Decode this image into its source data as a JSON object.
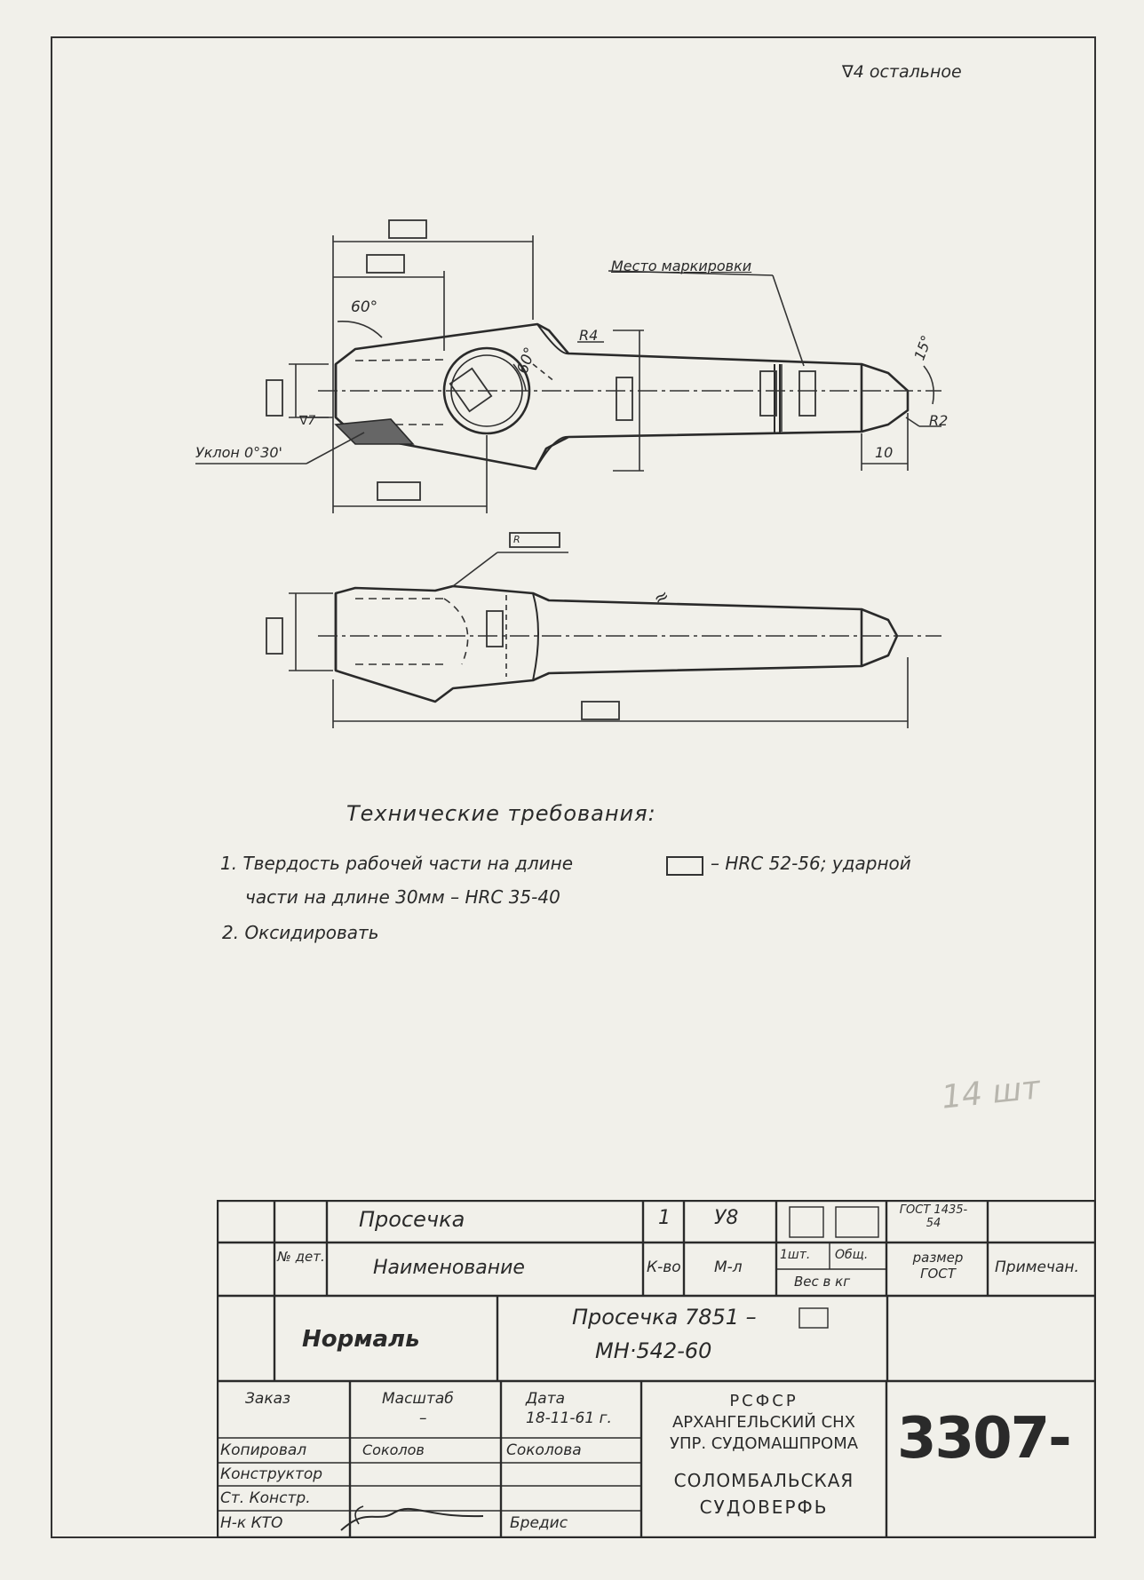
{
  "drawing": {
    "roughness_note": "∇4 остальное",
    "marking_place": "Место маркировки",
    "slope": "Уклон 0°30'",
    "angle_60_left": "60°",
    "angle_60_hole": "60°",
    "radius_r4": "R4",
    "radius_r2": "R2",
    "angle_15": "15°",
    "dim_10": "10",
    "roughness_7": "∇7",
    "radius_r_box": "R",
    "approx_mark": "≈"
  },
  "requirements": {
    "title": "Технические требования:",
    "item1_a": "1. Твердость рабочей части на длине",
    "item1_b": "– HRC 52-56; ударной",
    "item1_c": "части на длине 30мм – HRC 35-40",
    "item2": "2. Оксидировать"
  },
  "handwritten": {
    "quantity": "14 шт"
  },
  "title_block": {
    "part_name": "Просечка",
    "qty": "1",
    "material": "У8",
    "gost": "ГОСТ 1435-54",
    "hdr_num": "№ дет.",
    "hdr_name": "Наименование",
    "hdr_qty": "К-во",
    "hdr_material": "М-л",
    "hdr_one": "1шт.",
    "hdr_total": "Общ.",
    "hdr_weight": "Вес в кг",
    "hdr_size": "размер ГОСТ",
    "hdr_note": "Примечан.",
    "normal": "Нормаль",
    "doc_line1": "Просечка 7851 –",
    "doc_line2": "МН·542-60",
    "order": "Заказ",
    "scale": "Масштаб",
    "scale_value": "–",
    "date_label": "Дата",
    "date_value": "18-11-61 г.",
    "copied": "Копировал",
    "copied_sign": "Соколов",
    "copied_name": "Соколова",
    "designer": "Конструктор",
    "senior_designer": "Ст. Констр.",
    "norm_control": "Н-к КТО",
    "norm_name": "Бредис",
    "org1": "РСФСР",
    "org2": "АРХАНГЕЛЬСКИЙ СНХ",
    "org3": "УПР. СУДОМАШПРОМА",
    "org4": "СОЛОМБАЛЬСКАЯ",
    "org5": "СУДОВЕРФЬ",
    "sheet_number": "3307-"
  }
}
